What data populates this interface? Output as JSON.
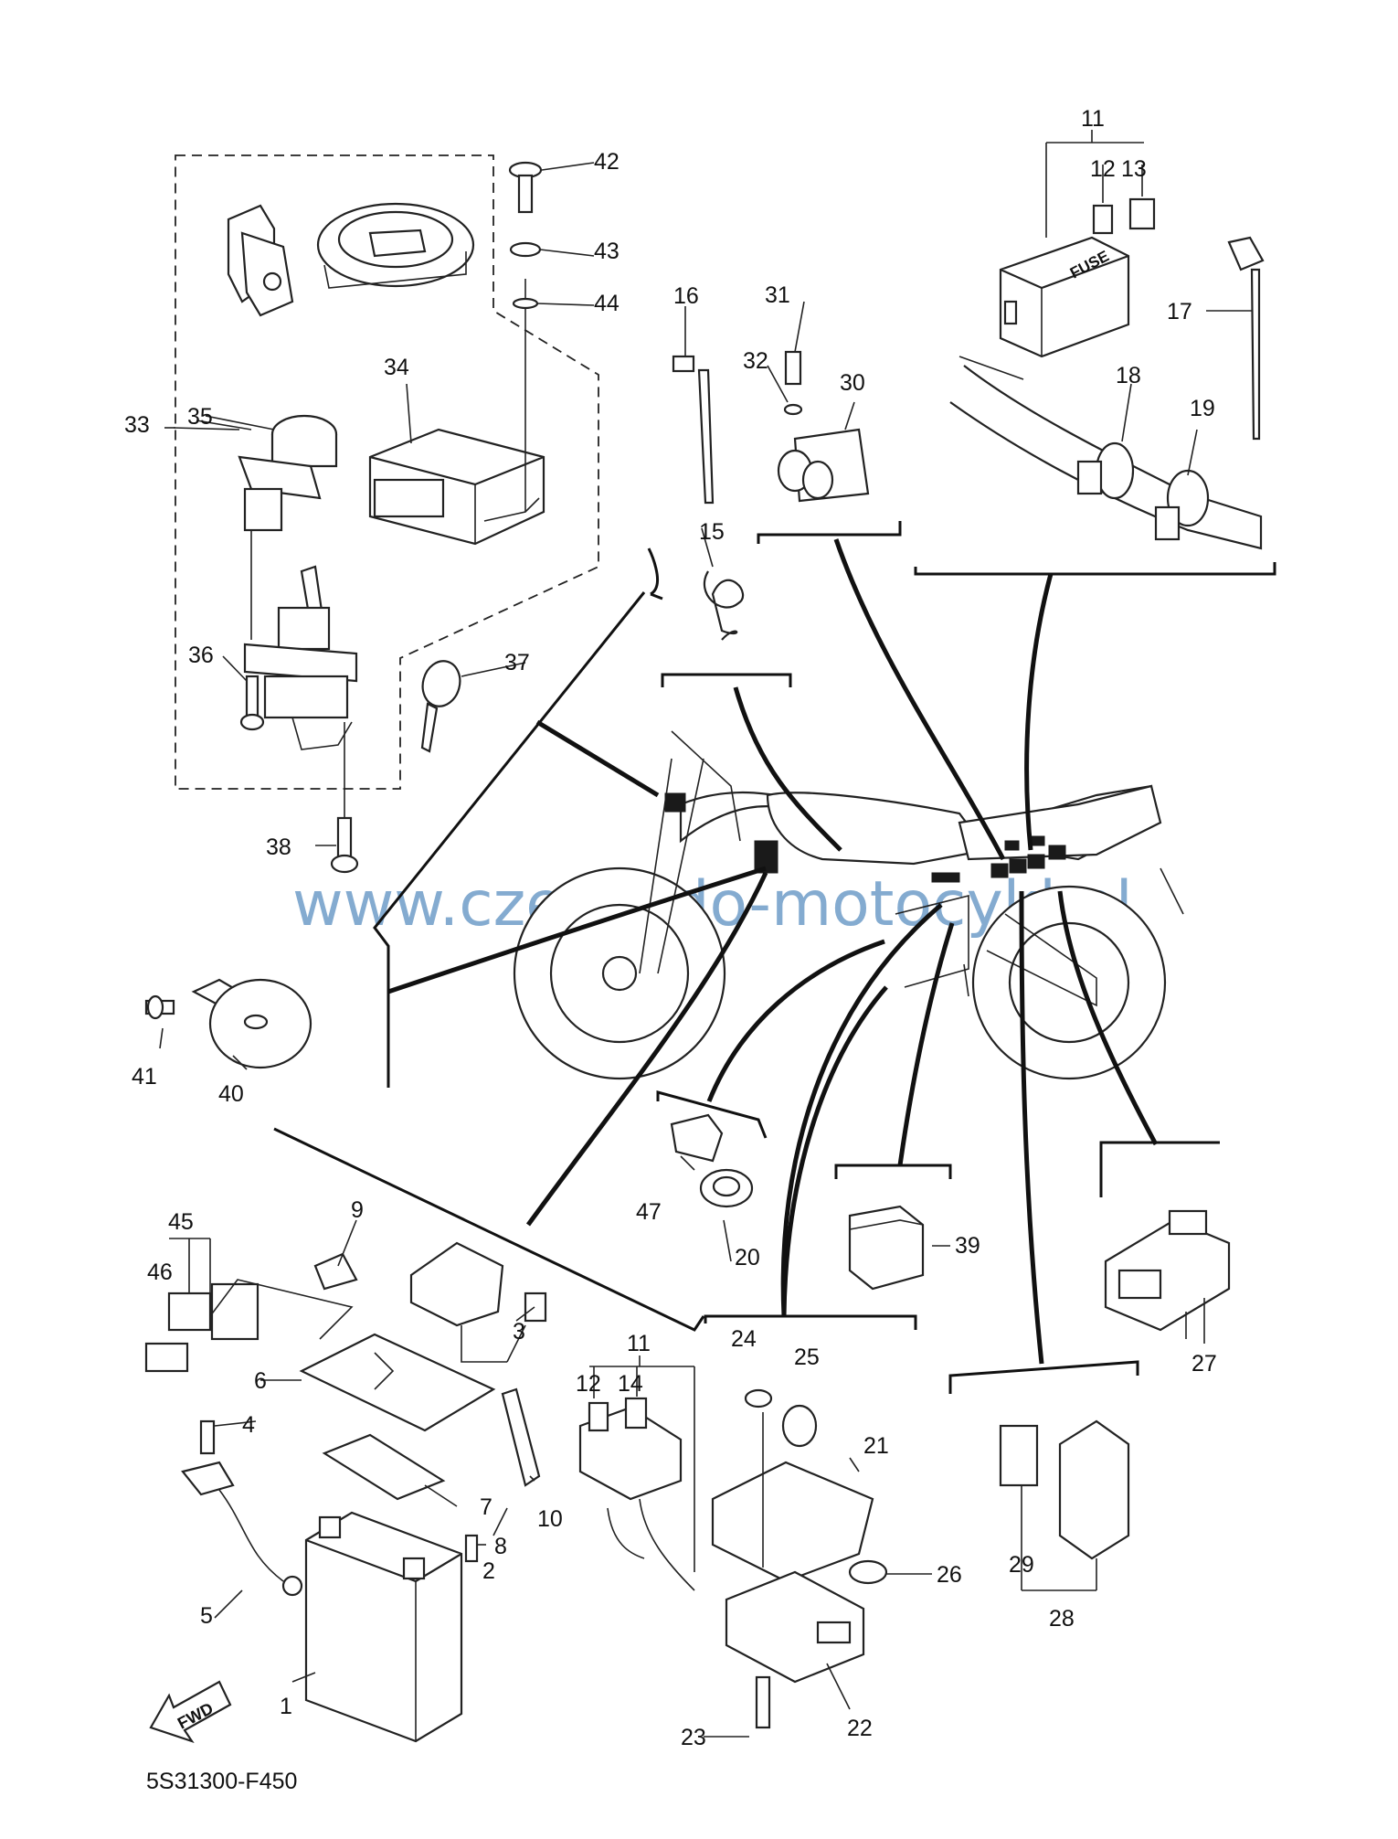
{
  "document_code": "5S31300-F450",
  "watermark": "www.czesci-do-motocykl.pl",
  "fuse_box_text": "FUSE",
  "fwd_text": "FWD",
  "callouts": [
    {
      "id": "c1",
      "text": "1"
    },
    {
      "id": "c2",
      "text": "2"
    },
    {
      "id": "c3",
      "text": "3"
    },
    {
      "id": "c4",
      "text": "4"
    },
    {
      "id": "c5",
      "text": "5"
    },
    {
      "id": "c6",
      "text": "6"
    },
    {
      "id": "c7",
      "text": "7"
    },
    {
      "id": "c8",
      "text": "8"
    },
    {
      "id": "c9",
      "text": "9"
    },
    {
      "id": "c10",
      "text": "10"
    },
    {
      "id": "c11a",
      "text": "11"
    },
    {
      "id": "c11b",
      "text": "11"
    },
    {
      "id": "c12a",
      "text": "12"
    },
    {
      "id": "c12b",
      "text": "12"
    },
    {
      "id": "c13",
      "text": "13"
    },
    {
      "id": "c14",
      "text": "14"
    },
    {
      "id": "c15",
      "text": "15"
    },
    {
      "id": "c16",
      "text": "16"
    },
    {
      "id": "c17",
      "text": "17"
    },
    {
      "id": "c18",
      "text": "18"
    },
    {
      "id": "c19",
      "text": "19"
    },
    {
      "id": "c20",
      "text": "20"
    },
    {
      "id": "c21",
      "text": "21"
    },
    {
      "id": "c22",
      "text": "22"
    },
    {
      "id": "c23",
      "text": "23"
    },
    {
      "id": "c24",
      "text": "24"
    },
    {
      "id": "c25",
      "text": "25"
    },
    {
      "id": "c26",
      "text": "26"
    },
    {
      "id": "c27",
      "text": "27"
    },
    {
      "id": "c28",
      "text": "28"
    },
    {
      "id": "c29",
      "text": "29"
    },
    {
      "id": "c30",
      "text": "30"
    },
    {
      "id": "c31",
      "text": "31"
    },
    {
      "id": "c32",
      "text": "32"
    },
    {
      "id": "c33",
      "text": "33"
    },
    {
      "id": "c34",
      "text": "34"
    },
    {
      "id": "c35",
      "text": "35"
    },
    {
      "id": "c36",
      "text": "36"
    },
    {
      "id": "c37",
      "text": "37"
    },
    {
      "id": "c38",
      "text": "38"
    },
    {
      "id": "c39",
      "text": "39"
    },
    {
      "id": "c40",
      "text": "40"
    },
    {
      "id": "c41",
      "text": "41"
    },
    {
      "id": "c42",
      "text": "42"
    },
    {
      "id": "c43",
      "text": "43"
    },
    {
      "id": "c44",
      "text": "44"
    },
    {
      "id": "c45",
      "text": "45"
    },
    {
      "id": "c46",
      "text": "46"
    },
    {
      "id": "c47",
      "text": "47"
    }
  ]
}
